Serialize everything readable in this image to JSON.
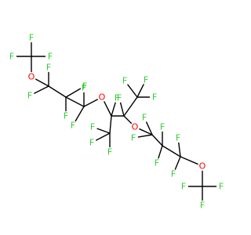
{
  "molecule": {
    "colors": {
      "bond": "#000000",
      "F": "#33cc33",
      "O": "#ff0000",
      "background": "#ffffff"
    },
    "atoms": [
      {
        "id": "C1",
        "label": ""
      },
      {
        "id": "F1",
        "label": "F"
      },
      {
        "id": "F2",
        "label": "F"
      },
      {
        "id": "F3",
        "label": "F"
      },
      {
        "id": "O1",
        "label": "O"
      },
      {
        "id": "C2",
        "label": ""
      },
      {
        "id": "F4",
        "label": "F"
      },
      {
        "id": "F5",
        "label": "F"
      },
      {
        "id": "C3",
        "label": ""
      },
      {
        "id": "F6",
        "label": "F"
      },
      {
        "id": "F7",
        "label": "F"
      },
      {
        "id": "C4",
        "label": ""
      },
      {
        "id": "F8",
        "label": "F"
      },
      {
        "id": "F9",
        "label": "F"
      },
      {
        "id": "O2",
        "label": "O"
      },
      {
        "id": "C5",
        "label": ""
      },
      {
        "id": "F10",
        "label": "F"
      },
      {
        "id": "C6",
        "label": ""
      },
      {
        "id": "F11",
        "label": "F"
      },
      {
        "id": "F12",
        "label": "F"
      },
      {
        "id": "F13",
        "label": "F"
      },
      {
        "id": "C7",
        "label": ""
      },
      {
        "id": "F14",
        "label": "F"
      },
      {
        "id": "C8",
        "label": ""
      },
      {
        "id": "F15",
        "label": "F"
      },
      {
        "id": "F16",
        "label": "F"
      },
      {
        "id": "F17",
        "label": "F"
      },
      {
        "id": "O3",
        "label": "O"
      },
      {
        "id": "C9",
        "label": ""
      },
      {
        "id": "F18",
        "label": "F"
      },
      {
        "id": "F19",
        "label": "F"
      },
      {
        "id": "C10",
        "label": ""
      },
      {
        "id": "F20",
        "label": "F"
      },
      {
        "id": "F21",
        "label": "F"
      },
      {
        "id": "C11",
        "label": ""
      },
      {
        "id": "F22",
        "label": "F"
      },
      {
        "id": "F23",
        "label": "F"
      },
      {
        "id": "O4",
        "label": "O"
      },
      {
        "id": "C12",
        "label": ""
      },
      {
        "id": "F24",
        "label": "F"
      },
      {
        "id": "F25",
        "label": "F"
      },
      {
        "id": "F26",
        "label": "F"
      }
    ],
    "bonds": [
      [
        "C1",
        "F1"
      ],
      [
        "C1",
        "F2"
      ],
      [
        "C1",
        "F3"
      ],
      [
        "C1",
        "O1"
      ],
      [
        "O1",
        "C2"
      ],
      [
        "C2",
        "F4"
      ],
      [
        "C2",
        "F5"
      ],
      [
        "C2",
        "C3"
      ],
      [
        "C3",
        "F6"
      ],
      [
        "C3",
        "F7"
      ],
      [
        "C3",
        "C4"
      ],
      [
        "C4",
        "F8"
      ],
      [
        "C4",
        "F9"
      ],
      [
        "C4",
        "O2"
      ],
      [
        "O2",
        "C5"
      ],
      [
        "C5",
        "F10"
      ],
      [
        "C5",
        "C6"
      ],
      [
        "C5",
        "C7"
      ],
      [
        "C6",
        "F11"
      ],
      [
        "C6",
        "F12"
      ],
      [
        "C6",
        "F13"
      ],
      [
        "C7",
        "F14"
      ],
      [
        "C7",
        "C8"
      ],
      [
        "C7",
        "O3"
      ],
      [
        "C8",
        "F15"
      ],
      [
        "C8",
        "F16"
      ],
      [
        "C8",
        "F17"
      ],
      [
        "O3",
        "C9"
      ],
      [
        "C9",
        "F18"
      ],
      [
        "C9",
        "F19"
      ],
      [
        "C9",
        "C10"
      ],
      [
        "C10",
        "F20"
      ],
      [
        "C10",
        "F21"
      ],
      [
        "C10",
        "C11"
      ],
      [
        "C11",
        "F22"
      ],
      [
        "C11",
        "F23"
      ],
      [
        "C11",
        "O4"
      ],
      [
        "O4",
        "C12"
      ],
      [
        "C12",
        "F24"
      ],
      [
        "C12",
        "F25"
      ],
      [
        "C12",
        "F26"
      ]
    ]
  }
}
